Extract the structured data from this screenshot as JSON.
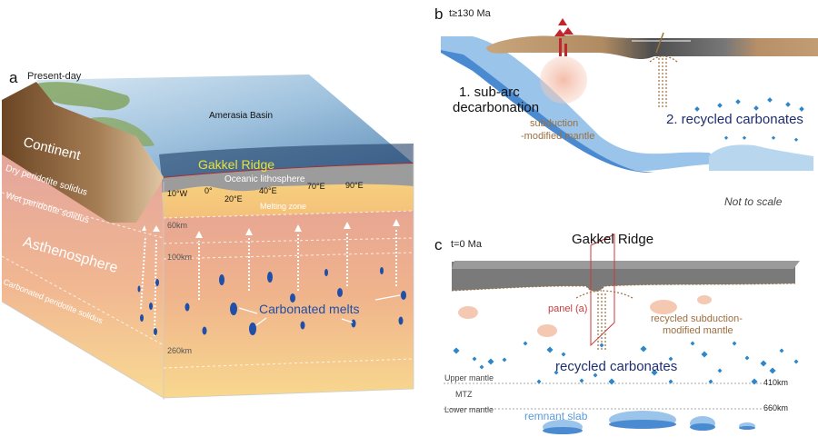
{
  "panel_a": {
    "letter": "a",
    "time_label": "Present-day",
    "labels": {
      "continent": "Continent",
      "amerasia_basin": "Amerasia Basin",
      "gakkel_ridge": "Gakkel Ridge",
      "oceanic_lithosphere": "Oceanic lithosphere",
      "melting_zone": "Melting zone",
      "asthenosphere": "Asthenosphere",
      "carbonated_melts": "Carbonated melts",
      "dry_solidus": "Dry peridotite solidus",
      "wet_solidus": "Wet peridotite solidus",
      "carbonated_solidus": "Carbonated peridotite solidus"
    },
    "longitudes": [
      "10°W",
      "0°",
      "20°E",
      "40°E",
      "70°E",
      "90°E"
    ],
    "depths": [
      "60km",
      "100km",
      "260km"
    ],
    "colors": {
      "continent": "#8b6340",
      "ocean_surface": "#a9c9e2",
      "lithosphere": "#9a9a9a",
      "melting_zone": "#f7c97a",
      "asthenosphere_top": "#e5a394",
      "asthenosphere_bottom": "#f6d38c",
      "melt": "#1f4fa8",
      "ridge_label": "#e8e23a"
    }
  },
  "panel_b": {
    "letter": "b",
    "time_label": "t≥130 Ma",
    "labels": {
      "sub_arc_line1": "1. sub-arc",
      "sub_arc_line2": "decarbonation",
      "subduction_line1": "subduction",
      "subduction_line2": "-modified mantle",
      "recycled_carbonates": "2. recycled carbonates",
      "not_to_scale": "Not to scale"
    },
    "colors": {
      "slab": "#5b9bd8",
      "crust": "#c19a6b",
      "ridge_gray": "#555555",
      "modified_mantle": "#f5c1b0",
      "volcano": "#c0262d",
      "subduction_text": "#9c6e3e",
      "carbonate": "#2f86c9"
    }
  },
  "panel_c": {
    "letter": "c",
    "time_label": "t=0 Ma",
    "labels": {
      "gakkel_ridge": "Gakkel Ridge",
      "panel_a_ref": "panel (a)",
      "recycled_line1": "recycled subduction-",
      "recycled_line2": "modified mantle",
      "recycled_carbonates": "recycled carbonates",
      "upper_mantle": "Upper mantle",
      "mtz": "MTZ",
      "lower_mantle": "Lower mantle",
      "remnant_slab": "remnant slab",
      "depth_410": "410km",
      "depth_660": "660km"
    },
    "colors": {
      "lithosphere": "#7a7a7a",
      "panel_ref": "#cc3a3a",
      "blob": "#f5c8b2",
      "carbonate": "#2f86c9",
      "slab": "#5b9bd8",
      "remnant_text": "#5b9bd8"
    }
  }
}
